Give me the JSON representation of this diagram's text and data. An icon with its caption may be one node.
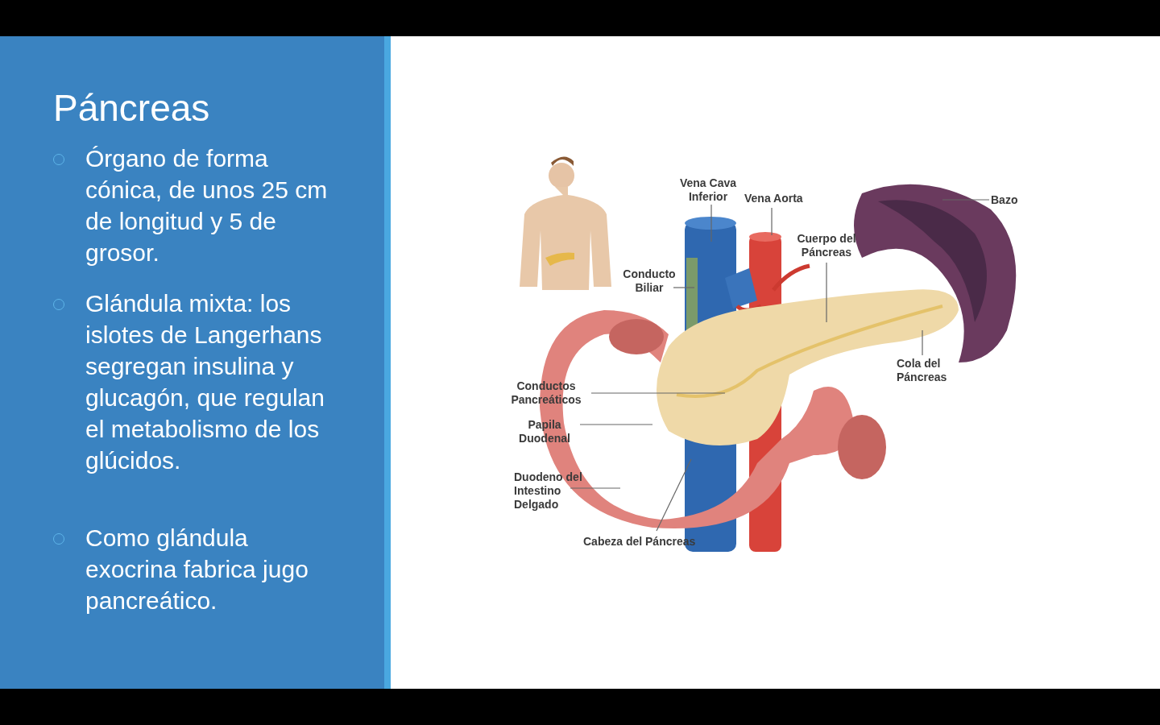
{
  "diagram": {
    "title": "Páncreas",
    "nodes": [
      {
        "text": [
          "Vena Cava Inferior"
        ]
      },
      {
        "text": [
          "Vena Aorta"
        ]
      },
      {
        "text": [
          "Bazo"
        ]
      },
      {
        "text": [
          "Cuerpo del Páncreas"
        ]
      },
      {
        "text": [
          "Conducto Biliar"
        ]
      },
      {
        "text": [
          "Cola del Páncreas"
        ]
      },
      {
        "text": [
          "Conductos Pancreáticos"
        ]
      },
      {
        "text": [
          "Papila Duodenal"
        ]
      },
      {
        "text": [
          "Duodeno del Intestino Delgado"
        ]
      },
      {
        "text": [
          "Cabeza del Páncreas"
        ]
      }
    ],
    "edges": [
      {
        "from": 0,
        "to": null,
        "arrow": "none"
      },
      {
        "from": 1,
        "to": null,
        "arrow": "none"
      },
      {
        "from": 2,
        "to": null,
        "arrow": "none"
      },
      {
        "from": 3,
        "to": null,
        "arrow": "none"
      },
      {
        "from": 4,
        "to": null,
        "arrow": "none"
      },
      {
        "from": 5,
        "to": null,
        "arrow": "none"
      },
      {
        "from": 6,
        "to": null,
        "arrow": "none"
      },
      {
        "from": 7,
        "to": null,
        "arrow": "none"
      },
      {
        "from": 8,
        "to": null,
        "arrow": "none"
      },
      {
        "from": 9,
        "to": null,
        "arrow": "none"
      }
    ],
    "labels": [
      "Órgano de forma cónica, de unos 25 cm de longitud y 5 de grosor.",
      "Glándula mixta: los islotes de Langerhans segregan insulina y glucagón, que regulan el metabolismo de los glúcidos.",
      "Como glándula exocrina fabrica jugo pancreático."
    ]
  }
}
